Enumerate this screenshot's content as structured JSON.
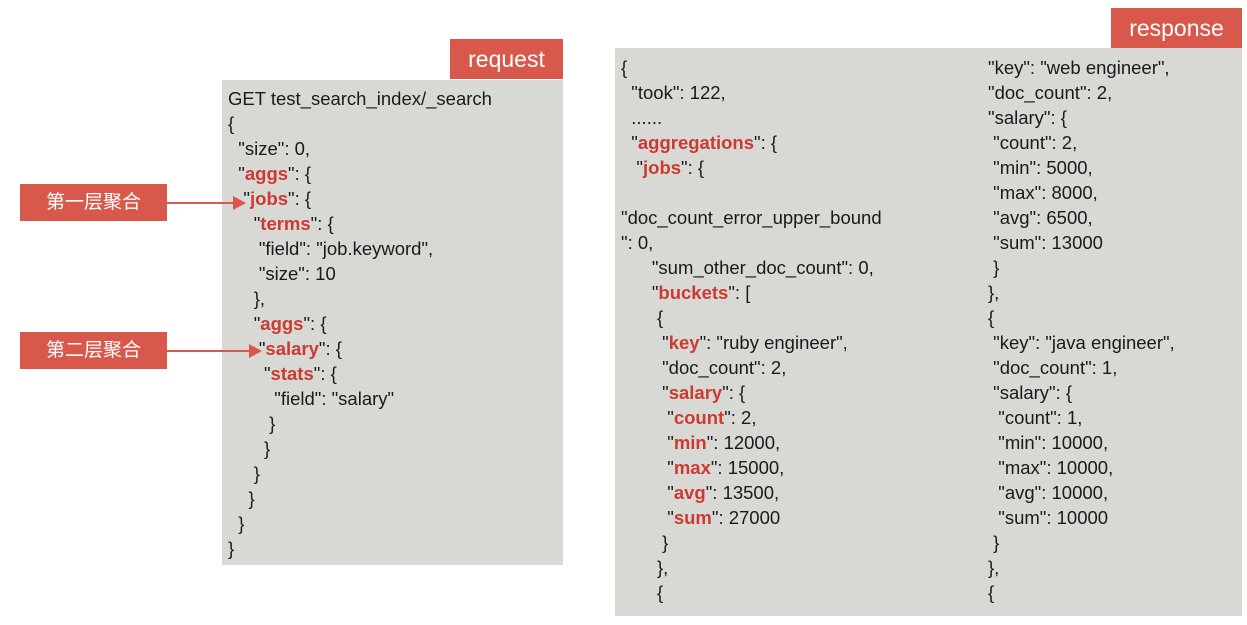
{
  "request": {
    "label": "request",
    "lines": [
      [
        {
          "t": "GET test_search_index/_search"
        }
      ],
      [
        {
          "t": "{"
        }
      ],
      [
        {
          "t": "  \"size\": 0,"
        }
      ],
      [
        {
          "t": "  \""
        },
        {
          "t": "aggs",
          "r": true
        },
        {
          "t": "\": {"
        }
      ],
      [
        {
          "t": "   \""
        },
        {
          "t": "jobs",
          "r": true
        },
        {
          "t": "\": {"
        }
      ],
      [
        {
          "t": "     \""
        },
        {
          "t": "terms",
          "r": true
        },
        {
          "t": "\": {"
        }
      ],
      [
        {
          "t": "      \"field\": \"job.keyword\","
        }
      ],
      [
        {
          "t": "      \"size\": 10"
        }
      ],
      [
        {
          "t": "     },"
        }
      ],
      [
        {
          "t": "     \""
        },
        {
          "t": "aggs",
          "r": true
        },
        {
          "t": "\": {"
        }
      ],
      [
        {
          "t": "      \""
        },
        {
          "t": "salary",
          "r": true
        },
        {
          "t": "\": {"
        }
      ],
      [
        {
          "t": "       \""
        },
        {
          "t": "stats",
          "r": true
        },
        {
          "t": "\": {"
        }
      ],
      [
        {
          "t": "         \"field\": \"salary\""
        }
      ],
      [
        {
          "t": "        }"
        }
      ],
      [
        {
          "t": "       }"
        }
      ],
      [
        {
          "t": "     }"
        }
      ],
      [
        {
          "t": "    }"
        }
      ],
      [
        {
          "t": "  }"
        }
      ],
      [
        {
          "t": "}"
        }
      ]
    ]
  },
  "response": {
    "label": "response",
    "left_lines": [
      [
        {
          "t": "{"
        }
      ],
      [
        {
          "t": "  \"took\": 122,"
        }
      ],
      [
        {
          "t": "  ......"
        }
      ],
      [
        {
          "t": "  \""
        },
        {
          "t": "aggregations",
          "r": true
        },
        {
          "t": "\": {"
        }
      ],
      [
        {
          "t": "   \""
        },
        {
          "t": "jobs",
          "r": true
        },
        {
          "t": "\": {"
        }
      ],
      [
        {
          "t": ""
        }
      ],
      [
        {
          "t": "\"doc_count_error_upper_bound"
        }
      ],
      [
        {
          "t": "\": 0,"
        }
      ],
      [
        {
          "t": "      \"sum_other_doc_count\": 0,"
        }
      ],
      [
        {
          "t": "      \""
        },
        {
          "t": "buckets",
          "r": true
        },
        {
          "t": "\": ["
        }
      ],
      [
        {
          "t": "       {"
        }
      ],
      [
        {
          "t": "        \""
        },
        {
          "t": "key",
          "r": true
        },
        {
          "t": "\": \"ruby engineer\","
        }
      ],
      [
        {
          "t": "        \"doc_count\": 2,"
        }
      ],
      [
        {
          "t": "        \""
        },
        {
          "t": "salary",
          "r": true
        },
        {
          "t": "\": {"
        }
      ],
      [
        {
          "t": "         \""
        },
        {
          "t": "count",
          "r": true
        },
        {
          "t": "\": 2,"
        }
      ],
      [
        {
          "t": "         \""
        },
        {
          "t": "min",
          "r": true
        },
        {
          "t": "\": 12000,"
        }
      ],
      [
        {
          "t": "         \""
        },
        {
          "t": "max",
          "r": true
        },
        {
          "t": "\": 15000,"
        }
      ],
      [
        {
          "t": "         \""
        },
        {
          "t": "avg",
          "r": true
        },
        {
          "t": "\": 13500,"
        }
      ],
      [
        {
          "t": "         \""
        },
        {
          "t": "sum",
          "r": true
        },
        {
          "t": "\": 27000"
        }
      ],
      [
        {
          "t": "        }"
        }
      ],
      [
        {
          "t": "       },"
        }
      ],
      [
        {
          "t": "       {"
        }
      ]
    ],
    "right_lines": [
      [
        {
          "t": "\"key\": \"web engineer\","
        }
      ],
      [
        {
          "t": "\"doc_count\": 2,"
        }
      ],
      [
        {
          "t": "\"salary\": {"
        }
      ],
      [
        {
          "t": " \"count\": 2,"
        }
      ],
      [
        {
          "t": " \"min\": 5000,"
        }
      ],
      [
        {
          "t": " \"max\": 8000,"
        }
      ],
      [
        {
          "t": " \"avg\": 6500,"
        }
      ],
      [
        {
          "t": " \"sum\": 13000"
        }
      ],
      [
        {
          "t": " }"
        }
      ],
      [
        {
          "t": "},"
        }
      ],
      [
        {
          "t": "{"
        }
      ],
      [
        {
          "t": " \"key\": \"java engineer\","
        }
      ],
      [
        {
          "t": " \"doc_count\": 1,"
        }
      ],
      [
        {
          "t": " \"salary\": {"
        }
      ],
      [
        {
          "t": "  \"count\": 1,"
        }
      ],
      [
        {
          "t": "  \"min\": 10000,"
        }
      ],
      [
        {
          "t": "  \"max\": 10000,"
        }
      ],
      [
        {
          "t": "  \"avg\": 10000,"
        }
      ],
      [
        {
          "t": "  \"sum\": 10000"
        }
      ],
      [
        {
          "t": " }"
        }
      ],
      [
        {
          "t": "},"
        }
      ],
      [
        {
          "t": "{"
        }
      ]
    ]
  },
  "annotations": {
    "first_layer": "第一层聚合",
    "second_layer": "第二层聚合"
  },
  "colors": {
    "accent": "#d8584b",
    "highlight_text": "#cc3a32",
    "panel": "#d8d8d4"
  }
}
